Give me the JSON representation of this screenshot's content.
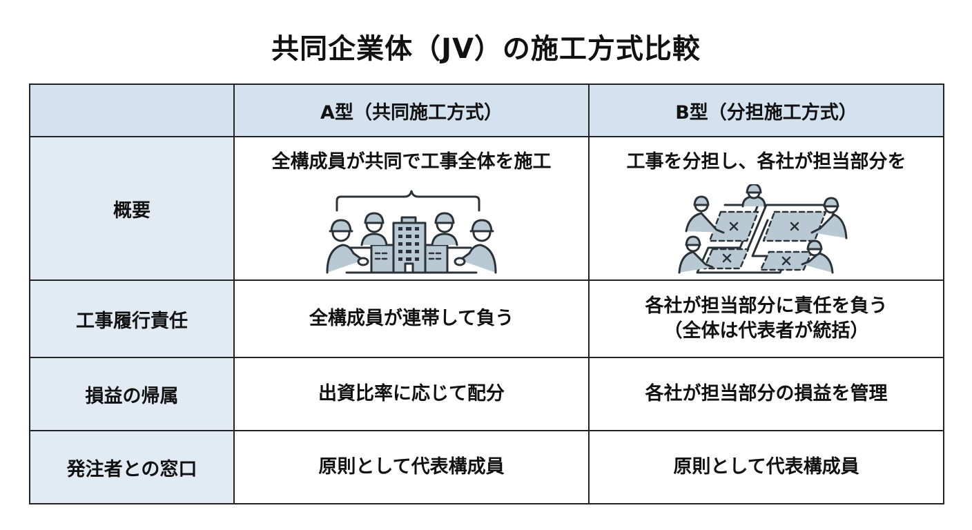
{
  "title": "共同企業体（JV）の施工方式比較",
  "table": {
    "header": {
      "corner": "",
      "col_a": "A型（共同施工方式）",
      "col_b": "B型（分担施工方式）"
    },
    "rows": [
      {
        "label": "概要",
        "a": "全構成員が共同で工事全体を施工",
        "b": "工事を分担し、各社が担当部分を",
        "a_icon": "joint-construction-illustration-icon",
        "b_icon": "divided-construction-illustration-icon"
      },
      {
        "label": "工事履行責任",
        "a": "全構成員が連帯して負う",
        "b_line1": "各社が担当部分に責任を負う",
        "b_line2": "（全体は代表者が統括）"
      },
      {
        "label": "損益の帰属",
        "a": "出資比率に応じて配分",
        "b": "各社が担当部分の損益を管理"
      },
      {
        "label": "発注者との窓口",
        "a": "原則として代表構成員",
        "b": "原則として代表構成員"
      }
    ]
  },
  "colors": {
    "header_bg": "#d4e1ef",
    "rowhead_bg": "#e2ebf3",
    "border": "#222222",
    "illustration_fill": "#b8c9d3",
    "illustration_stroke": "#2a3238"
  }
}
